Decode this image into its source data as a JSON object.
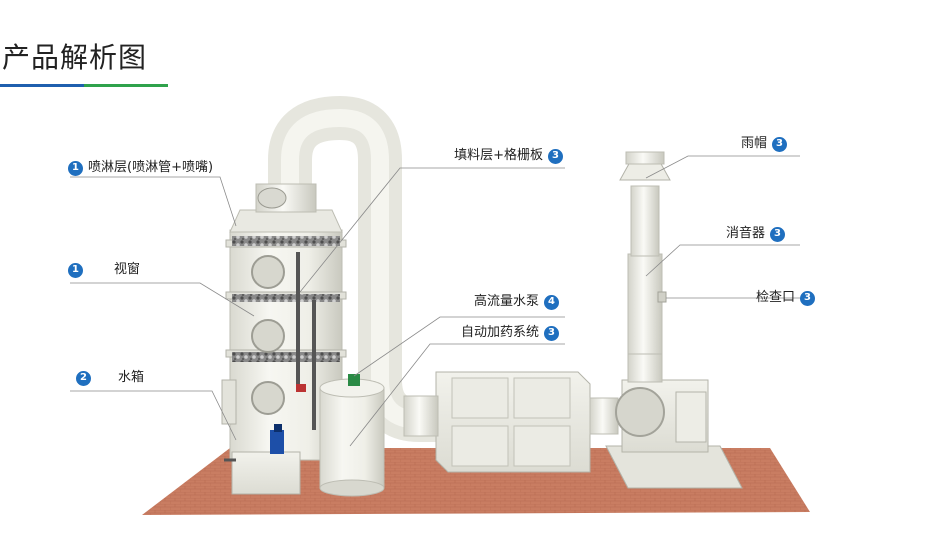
{
  "page": {
    "title": "产品解析图",
    "accent_colors": [
      "#1f5fae",
      "#2fa24b"
    ],
    "badge_color": "#1f6fbf"
  },
  "labels": {
    "spray_layer": {
      "text": "喷淋层(喷淋管+喷嘴)",
      "badge": "1"
    },
    "sight_window": {
      "text": "视窗",
      "badge": "1"
    },
    "water_tank": {
      "text": "水箱",
      "badge": "2"
    },
    "packing_layer": {
      "text": "填料层+格栅板",
      "badge": "3"
    },
    "high_flow_pump": {
      "text": "高流量水泵",
      "badge": "4"
    },
    "auto_dosing": {
      "text": "自动加药系统",
      "badge": "3"
    },
    "rain_cap": {
      "text": "雨帽",
      "badge": "3"
    },
    "silencer": {
      "text": "消音器",
      "badge": "3"
    },
    "inspection_port": {
      "text": "检查口",
      "badge": "3"
    }
  }
}
